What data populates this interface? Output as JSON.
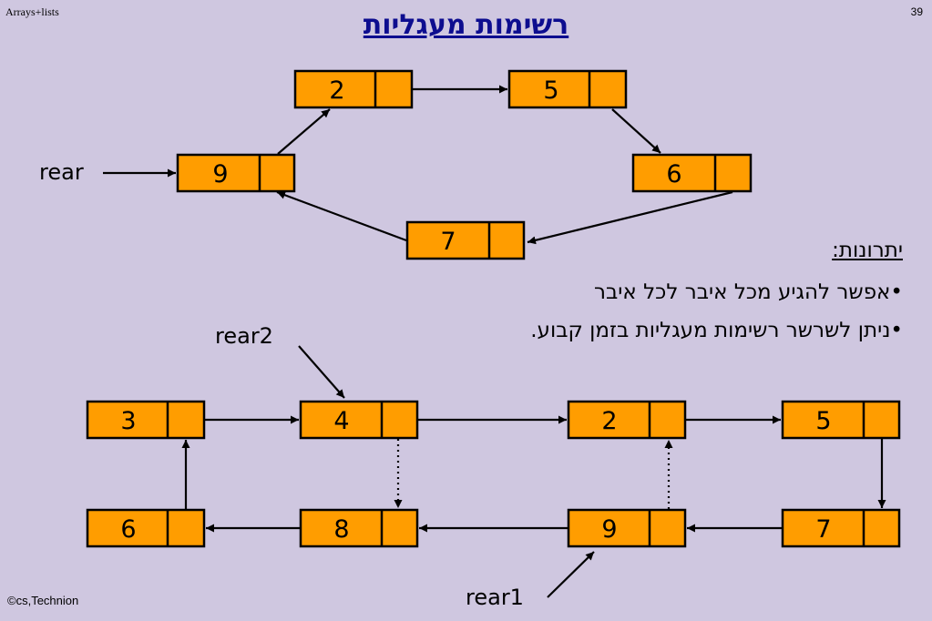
{
  "header": {
    "left": "Arrays+lists",
    "page_number": "39"
  },
  "title": "רשימות מעגליות",
  "footer": "©cs,Technion",
  "notes": {
    "heading": "יתרונות:",
    "bullets": [
      "•אפשר להגיע מכל איבר לכל איבר",
      "•ניתן לשרשר רשימות מעגליות בזמן קבוע."
    ]
  },
  "diagram_top": {
    "nodes": [
      {
        "id": "t2",
        "value": "2"
      },
      {
        "id": "t5",
        "value": "5"
      },
      {
        "id": "t9",
        "value": "9"
      },
      {
        "id": "t6",
        "value": "6"
      },
      {
        "id": "t7",
        "value": "7"
      }
    ],
    "edges": [
      [
        "t2",
        "t5"
      ],
      [
        "t5",
        "t6"
      ],
      [
        "t6",
        "t7"
      ],
      [
        "t7",
        "t9"
      ],
      [
        "t9",
        "t2"
      ]
    ],
    "pointer": {
      "label": "rear",
      "target": "t9"
    }
  },
  "diagram_bottom": {
    "nodes": [
      {
        "id": "b3",
        "value": "3"
      },
      {
        "id": "b4",
        "value": "4"
      },
      {
        "id": "b2",
        "value": "2"
      },
      {
        "id": "b5",
        "value": "5"
      },
      {
        "id": "b6",
        "value": "6"
      },
      {
        "id": "b8",
        "value": "8"
      },
      {
        "id": "b9",
        "value": "9"
      },
      {
        "id": "b7",
        "value": "7"
      }
    ],
    "edges": [
      [
        "b3",
        "b4"
      ],
      [
        "b2",
        "b5"
      ],
      [
        "b5",
        "b7"
      ],
      [
        "b7",
        "b9"
      ],
      [
        "b8",
        "b6"
      ],
      [
        "b6",
        "b3"
      ]
    ],
    "dotted_edges": [
      [
        "b4",
        "b8"
      ],
      [
        "b9",
        "b2"
      ]
    ],
    "pointers": [
      {
        "label": "rear2",
        "target": "b4"
      },
      {
        "label": "rear1",
        "target": "b9"
      }
    ]
  }
}
